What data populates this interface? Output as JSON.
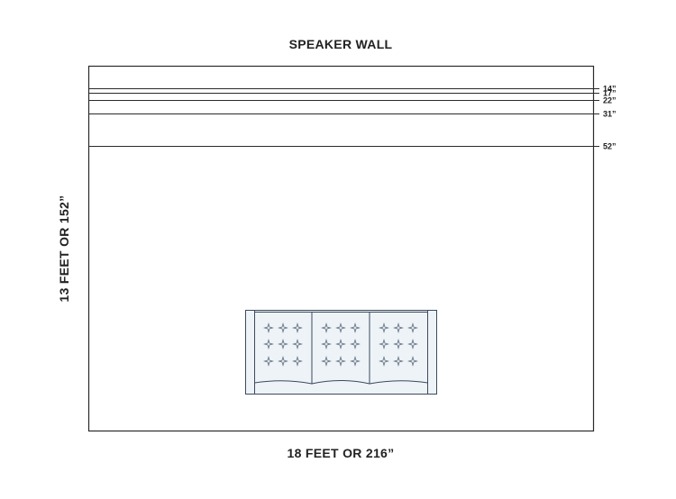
{
  "title": "SPEAKER WALL",
  "width_label": "18 FEET OR 216”",
  "height_label": "13 FEET OR 152”",
  "distance_lines": [
    {
      "label": "14”",
      "inches": 14
    },
    {
      "label": "17”",
      "inches": 17
    },
    {
      "label": "22”",
      "inches": 22
    },
    {
      "label": "31”",
      "inches": 31
    },
    {
      "label": "52”",
      "inches": 52
    }
  ],
  "room_depth_inches": 152,
  "colors": {
    "outline": "#2a2a2a",
    "couch_fill": "#eef3f7",
    "couch_stroke": "#3b4a5c",
    "tufting": "#5f6f80"
  },
  "icons": {
    "couch": "sofa-icon",
    "tufting": "plus-sparkle-icon"
  }
}
